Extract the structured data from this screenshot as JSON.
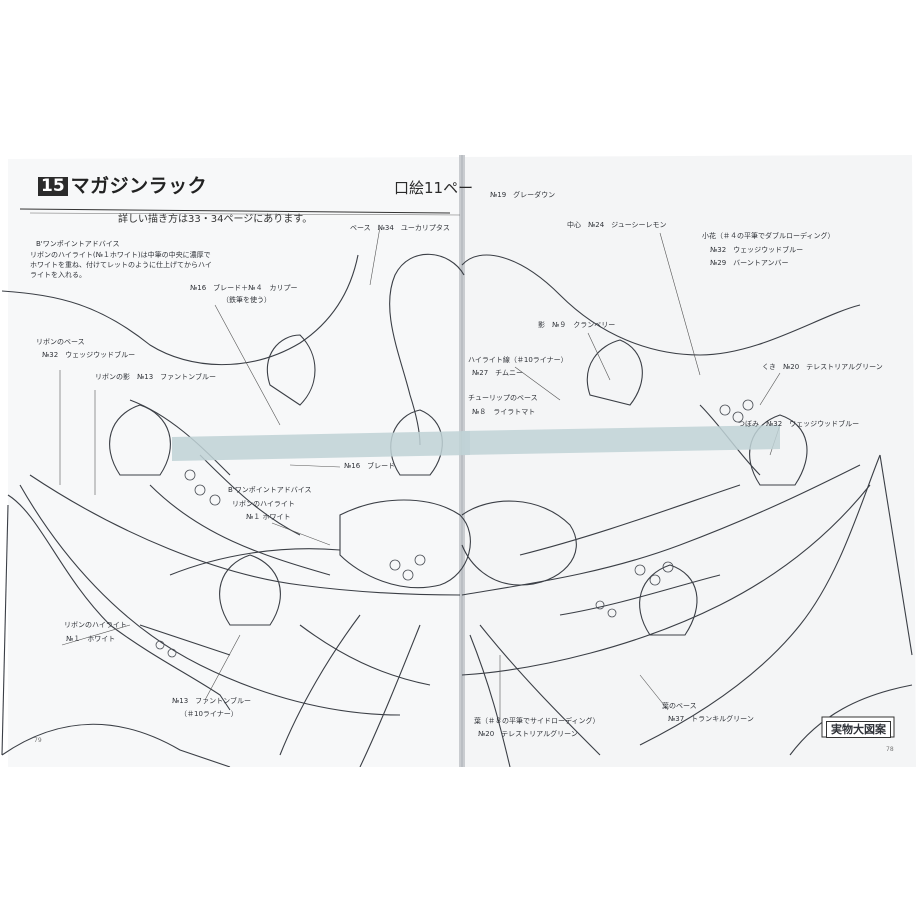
{
  "header": {
    "number": "15",
    "title": "マガジンラック",
    "page_ref": "口絵11ペー",
    "subtitle": "詳しい描き方は33・34ページにあります。"
  },
  "advice_top": {
    "heading": "B'ワンポイントアドバイス",
    "lines": [
      "リボンのハイライト(№１ホワイト)は中筆の中央に濃厚で",
      "ホワイトを重ね、付けてレットのように仕上げてからハイ",
      "ライトを入れる。"
    ]
  },
  "labels_left": {
    "base": "ベース　№34　ユーカリプタス",
    "braid": "№16　ブレード＋№４　カリプー",
    "braid_note": "（鉄筆を使う）",
    "ribbon_base": "リボンのベース",
    "ribbon_base_color": "№32　ウェッジウッドブルー",
    "ribbon_shadow": "リボンの影　№13　ファントンブルー",
    "braid2": "№16　ブレード",
    "advice2_heading": "B'ワンポイントアドバイス",
    "advice2_l1": "リボンのハイライト",
    "advice2_l2": "№１ ホワイト",
    "ribbon_highlight": "リボンのハイライト",
    "ribbon_highlight_color": "№１　ホワイト",
    "bottom_color": "№13　ファントンブルー",
    "bottom_note": "（＃10ライナー）",
    "page_no": "79"
  },
  "labels_right": {
    "gray_gown": "№19　グレーダウン",
    "center": "中心　№24　ジューシーレモン",
    "flower": "小花（＃４の平筆でダブルローディング）",
    "flower_c1": "№32　ウェッジウッドブルー",
    "flower_c2": "№29　バーントアンバー",
    "shadow": "影　№９　クランベリー",
    "highlight": "ハイライト線（＃10ライナー）",
    "highlight_c": "№27　チムニー",
    "tulip_base": "チューリップのベース",
    "tulip_base_c": "№８　ライラトマト",
    "stem": "くき　№20　テレストリアルグリーン",
    "bud": "つぼみ　№32　ウェッジウッドブルー",
    "leaf": "葉（＃８の平筆でサイドローディング）",
    "leaf_c": "№20　テレストリアルグリーン",
    "leaf_base": "葉のベース",
    "leaf_base_c": "№37　トランキルグリーン",
    "box": "実物大図案",
    "page_no": "78"
  }
}
